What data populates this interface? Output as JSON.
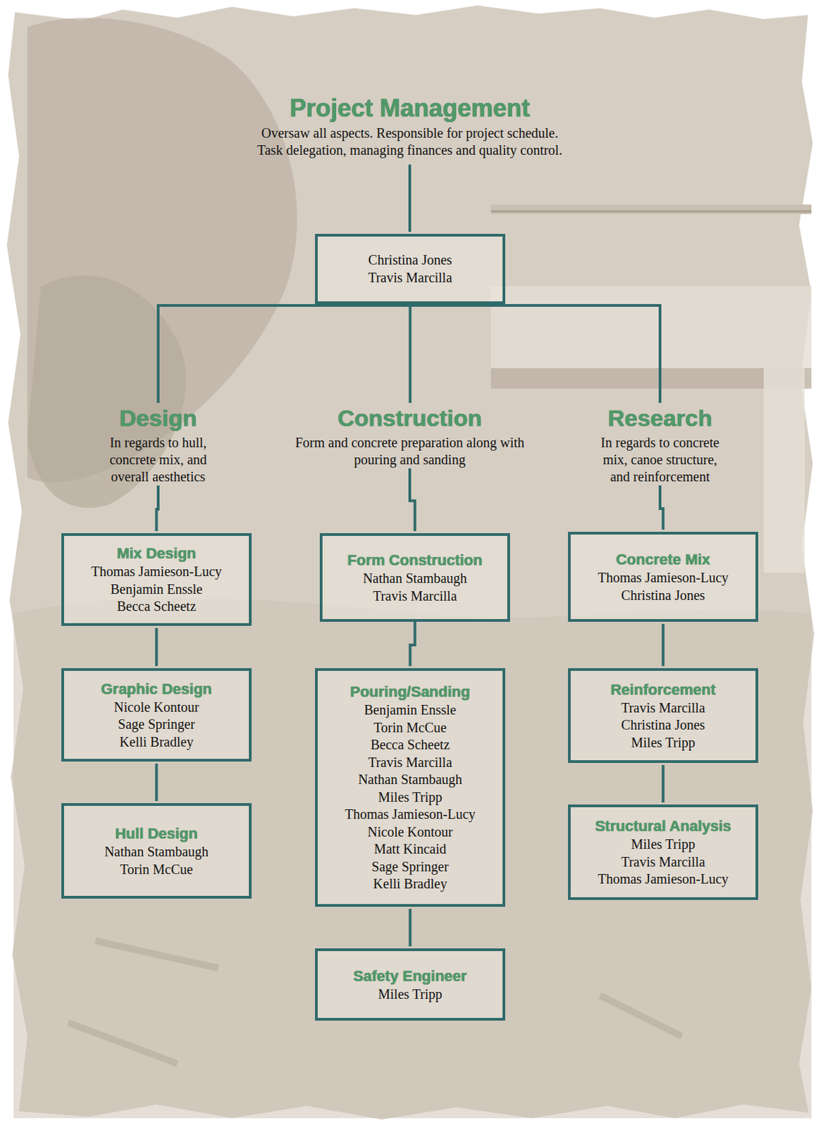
{
  "diagram": {
    "nodes": [
      {
        "text": [
          "Project Management",
          "Oversaw all aspects. Responsible for project schedule. Task delegation, managing finances and quality control."
        ]
      },
      {
        "text": [
          "Christina Jones",
          "Travis Marcilla"
        ]
      },
      {
        "text": [
          "Design",
          "In regards to hull, concrete mix, and overall aesthetics"
        ]
      },
      {
        "text": [
          "Construction",
          "Form and concrete preparation along with pouring and sanding"
        ]
      },
      {
        "text": [
          "Research",
          "In regards to concrete mix, canoe structure, and reinforcement"
        ]
      },
      {
        "text": [
          "Mix Design",
          "Thomas Jamieson-Lucy",
          "Benjamin Enssle",
          "Becca Scheetz"
        ]
      },
      {
        "text": [
          "Graphic Design",
          "Nicole Kontour",
          "Sage Springer",
          "Kelli Bradley"
        ]
      },
      {
        "text": [
          "Hull Design",
          "Nathan Stambaugh",
          "Torin McCue"
        ]
      },
      {
        "text": [
          "Form Construction",
          "Nathan Stambaugh",
          "Travis Marcilla"
        ]
      },
      {
        "text": [
          "Pouring/Sanding",
          "Benjamin Enssle",
          "Torin McCue",
          "Becca Scheetz",
          "Travis Marcilla",
          "Nathan Stambaugh",
          "Miles Tripp",
          "Thomas Jamieson-Lucy",
          "Nicole Kontour",
          "Matt Kincaid",
          "Sage Springer",
          "Kelli Bradley"
        ]
      },
      {
        "text": [
          "Safety Engineer",
          "Miles Tripp"
        ]
      },
      {
        "text": [
          "Concrete Mix",
          "Thomas Jamieson-Lucy",
          "Christina Jones"
        ]
      },
      {
        "text": [
          "Reinforcement",
          "Travis Marcilla",
          "Christina Jones",
          "Miles Tripp"
        ]
      },
      {
        "text": [
          "Structural Analysis",
          "Miles Tripp",
          "Travis Marcilla",
          "Thomas Jamieson-Lucy"
        ]
      }
    ],
    "edges": [
      {
        "from": 0,
        "to": 1,
        "arrow": "none"
      },
      {
        "from": 1,
        "to": 2,
        "arrow": "none"
      },
      {
        "from": 1,
        "to": 3,
        "arrow": "none"
      },
      {
        "from": 1,
        "to": 4,
        "arrow": "none"
      },
      {
        "from": 2,
        "to": 5,
        "arrow": "none"
      },
      {
        "from": 5,
        "to": 6,
        "arrow": "none"
      },
      {
        "from": 6,
        "to": 7,
        "arrow": "none"
      },
      {
        "from": 3,
        "to": 8,
        "arrow": "none"
      },
      {
        "from": 8,
        "to": 9,
        "arrow": "none"
      },
      {
        "from": 9,
        "to": 10,
        "arrow": "none"
      },
      {
        "from": 4,
        "to": 11,
        "arrow": "none"
      },
      {
        "from": 11,
        "to": 12,
        "arrow": "none"
      },
      {
        "from": 12,
        "to": 13,
        "arrow": "none"
      }
    ]
  }
}
